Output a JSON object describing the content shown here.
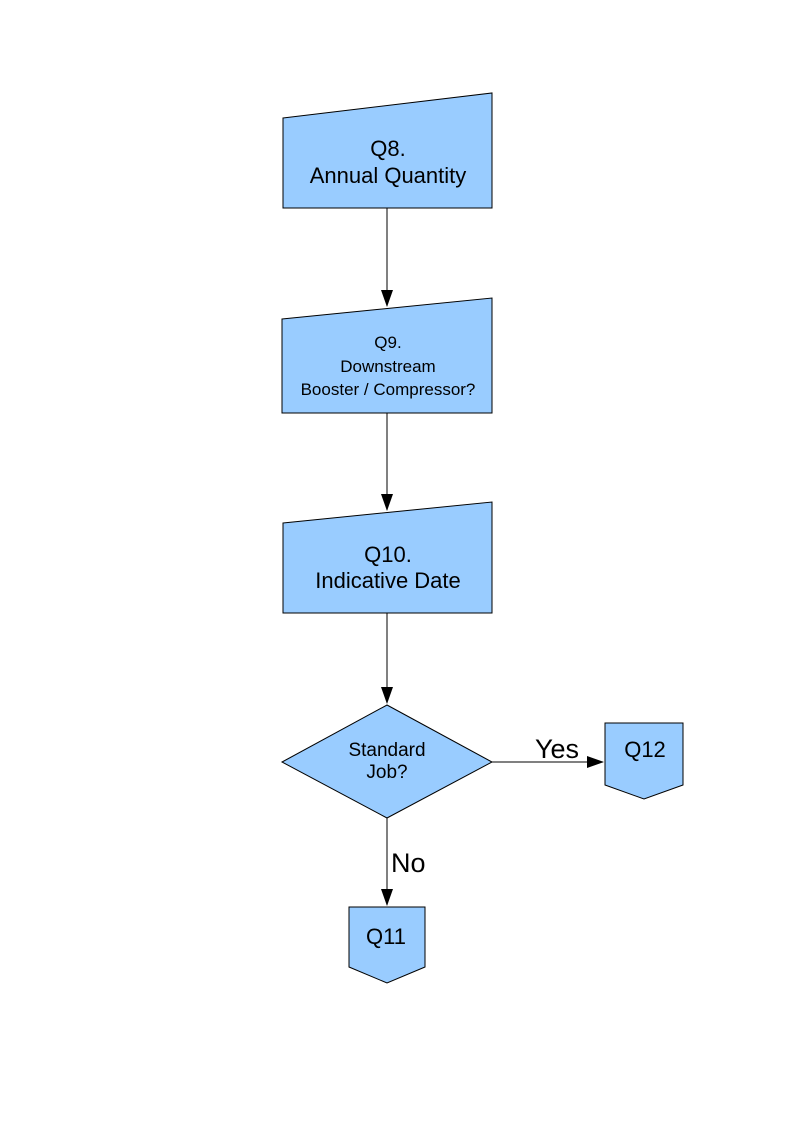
{
  "diagram": {
    "node_fill": "#99CCFF",
    "node_stroke": "#000000",
    "edge_color": "#000000",
    "text_color": "#000000",
    "background": "#ffffff",
    "nodes": [
      {
        "id": "q8",
        "type": "manual-input",
        "lines": [
          "Q8.",
          "Annual Quantity"
        ]
      },
      {
        "id": "q9",
        "type": "manual-input",
        "lines": [
          "Q9.",
          "Downstream",
          "Booster / Compressor?"
        ]
      },
      {
        "id": "q10",
        "type": "manual-input",
        "lines": [
          "Q10.",
          "Indicative Date"
        ]
      },
      {
        "id": "standard-job",
        "type": "decision",
        "lines": [
          "Standard",
          "Job?"
        ]
      },
      {
        "id": "q12",
        "type": "offpage-connector",
        "lines": [
          "Q12"
        ]
      },
      {
        "id": "q11",
        "type": "offpage-connector",
        "lines": [
          "Q11"
        ]
      }
    ],
    "edges": [
      {
        "from": "q8",
        "to": "q9",
        "label": ""
      },
      {
        "from": "q9",
        "to": "q10",
        "label": ""
      },
      {
        "from": "q10",
        "to": "standard-job",
        "label": ""
      },
      {
        "from": "standard-job",
        "to": "q12",
        "label": "Yes"
      },
      {
        "from": "standard-job",
        "to": "q11",
        "label": "No"
      }
    ]
  }
}
